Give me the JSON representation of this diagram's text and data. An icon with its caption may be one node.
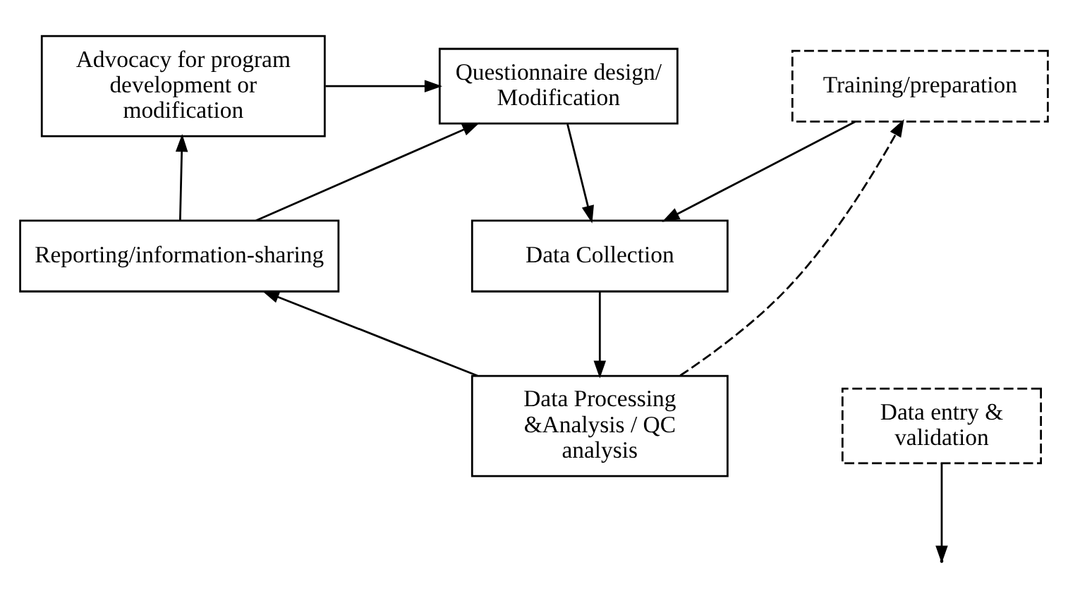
{
  "diagram": {
    "nodes": [
      {
        "text": [
          "Advocacy for program development or modification"
        ]
      },
      {
        "text": [
          "Questionnaire design/ Modification"
        ]
      },
      {
        "text": [
          "Training/preparation"
        ]
      },
      {
        "text": [
          "Reporting/information-sharing"
        ]
      },
      {
        "text": [
          "Data Collection"
        ]
      },
      {
        "text": [
          "Data Processing &Analysis / QC analysis"
        ]
      },
      {
        "text": [
          "Data entry & validation"
        ]
      }
    ],
    "edges": [
      {
        "from": 0,
        "to": 1,
        "arrow": "to"
      },
      {
        "from": 3,
        "to": 0,
        "arrow": "to"
      },
      {
        "from": 3,
        "to": 1,
        "arrow": "to"
      },
      {
        "from": 1,
        "to": 4,
        "arrow": "to"
      },
      {
        "from": 2,
        "to": 4,
        "arrow": "to"
      },
      {
        "from": 4,
        "to": 5,
        "arrow": "to"
      },
      {
        "from": 6,
        "to": null,
        "arrow": "to"
      },
      {
        "from": 5,
        "to": 3,
        "arrow": "to"
      },
      {
        "from": 5,
        "to": 2,
        "arrow": "to",
        "style": "dashed"
      }
    ]
  }
}
